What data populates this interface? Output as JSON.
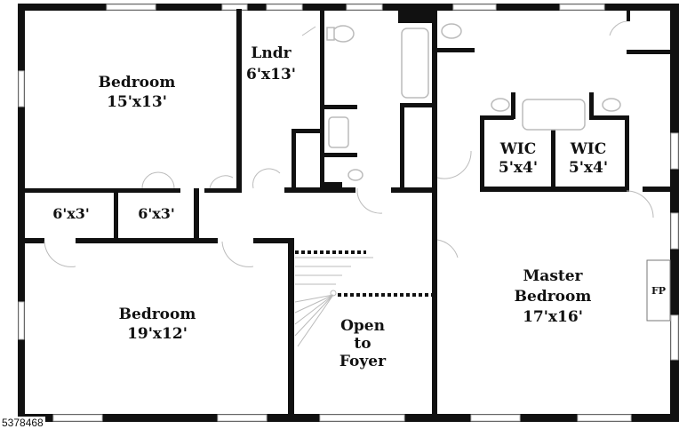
{
  "rooms": {
    "bedroom_1": {
      "name": "Bedroom",
      "size": "15'x13'"
    },
    "laundry": {
      "name": "Lndr",
      "size": "6'x13'"
    },
    "closet_1": {
      "size": "6'x3'"
    },
    "closet_2": {
      "size": "6'x3'"
    },
    "bedroom_2": {
      "name": "Bedroom",
      "size": "19'x12'"
    },
    "open_to_foyer": {
      "line1": "Open",
      "line2": "to",
      "line3": "Foyer"
    },
    "wic_1": {
      "name": "WIC",
      "size": "5'x4'"
    },
    "wic_2": {
      "name": "WIC",
      "size": "5'x4'"
    },
    "master_bedroom": {
      "name": "Master",
      "line2": "Bedroom",
      "size": "17'x16'"
    },
    "fireplace": {
      "label": "FP"
    }
  },
  "listing_id": "5378468",
  "colors": {
    "wall": "#111111",
    "fixture": "#bbbbbb",
    "background": "#ffffff"
  }
}
